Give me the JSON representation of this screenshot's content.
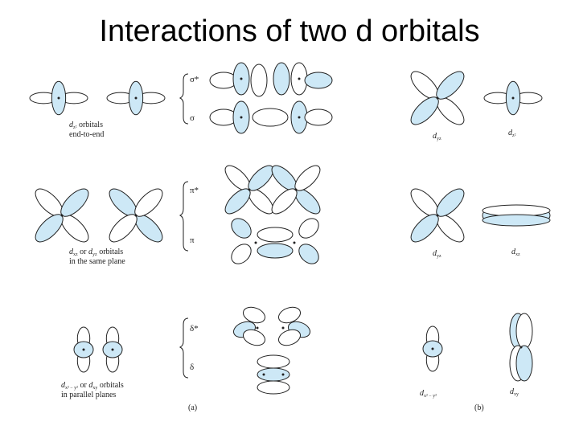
{
  "title": "Interactions of two d orbitals",
  "colors": {
    "shaded": "#cde8f6",
    "plain": "#ffffff",
    "stroke": "#222222"
  },
  "panel_a": {
    "label": "(a)",
    "row1": {
      "caption1": "orbitals",
      "caption2": "end-to-end",
      "sub": "z²",
      "upper": "σ*",
      "lower": "σ"
    },
    "row2": {
      "caption1": "or",
      "caption1b": "orbitals",
      "caption2": "in the same plane",
      "sub1": "xz",
      "sub2": "yz",
      "upper": "π*",
      "lower": "π"
    },
    "row3": {
      "caption1": "or",
      "caption1b": "orbitals",
      "caption2": "in parallel planes",
      "sub1": "x² − y²",
      "sub2": "xy",
      "upper": "δ*",
      "lower": "δ"
    }
  },
  "panel_b": {
    "label": "(b)",
    "row1": {
      "sub1": "yz",
      "sub2": "z²"
    },
    "row2": {
      "sub1": "yz",
      "sub2": "xz"
    },
    "row3": {
      "sub1": "x² − y²",
      "sub2": "xy"
    }
  },
  "d_letter": "d"
}
